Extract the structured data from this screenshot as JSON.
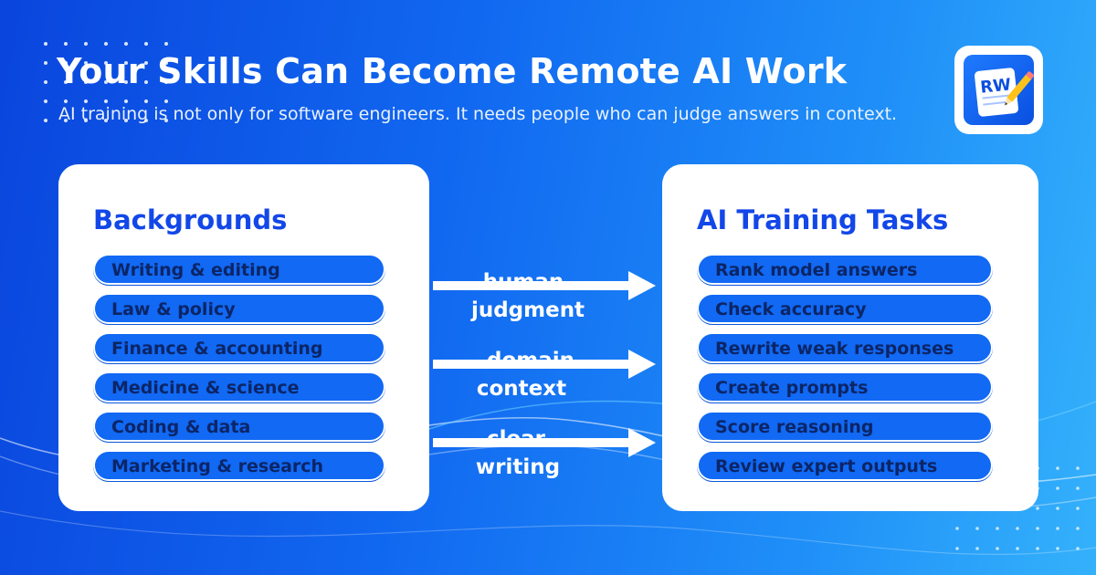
{
  "header": {
    "title": "Your Skills Can Become Remote AI Work",
    "subtitle": "AI training is not only for software engineers. It needs people who can judge answers in context."
  },
  "logo": {
    "text": "RW",
    "icon": "rw-notepad-pencil-icon"
  },
  "backgrounds": {
    "title": "Backgrounds",
    "items": [
      "Writing & editing",
      "Law & policy",
      "Finance & accounting",
      "Medicine & science",
      "Coding & data",
      "Marketing & research"
    ]
  },
  "tasks": {
    "title": "AI Training Tasks",
    "items": [
      "Rank model answers",
      "Check accuracy",
      "Rewrite weak responses",
      "Create prompts",
      "Score reasoning",
      "Review expert outputs"
    ]
  },
  "connectors": [
    {
      "line1": "human",
      "line2": "judgment"
    },
    {
      "line1": "domain",
      "line2": "context"
    },
    {
      "line1": "clear",
      "line2": "writing"
    }
  ],
  "colors": {
    "accent": "#1247e8",
    "pill": "#1169f4",
    "pill_text": "#0c2566",
    "card": "#ffffff"
  }
}
